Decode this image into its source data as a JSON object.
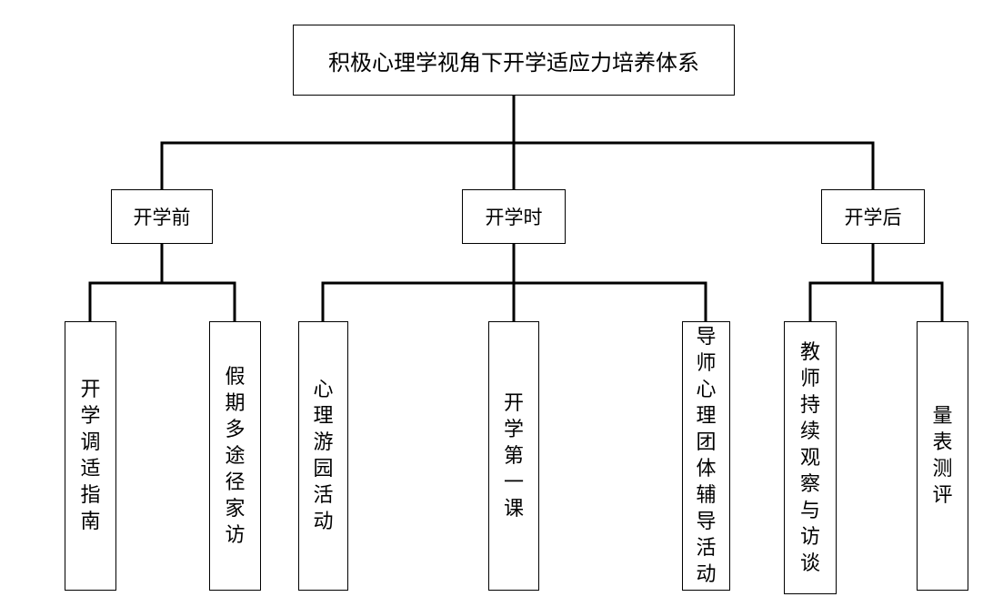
{
  "root": {
    "label": "积极心理学视角下开学适应力培养体系"
  },
  "phases": [
    {
      "label": "开学前",
      "items": [
        {
          "label": "开学调适指南"
        },
        {
          "label": "假期多途径家访"
        }
      ]
    },
    {
      "label": "开学时",
      "items": [
        {
          "label": "心理游园活动"
        },
        {
          "label": "开学第一课"
        },
        {
          "label": "导师心理团体辅导活动"
        }
      ]
    },
    {
      "label": "开学后",
      "items": [
        {
          "label": "教师持续观察与访谈"
        },
        {
          "label": "量表测评"
        }
      ]
    }
  ],
  "colors": {
    "line": "#000000",
    "box_border": "#000000",
    "background": "#ffffff"
  }
}
